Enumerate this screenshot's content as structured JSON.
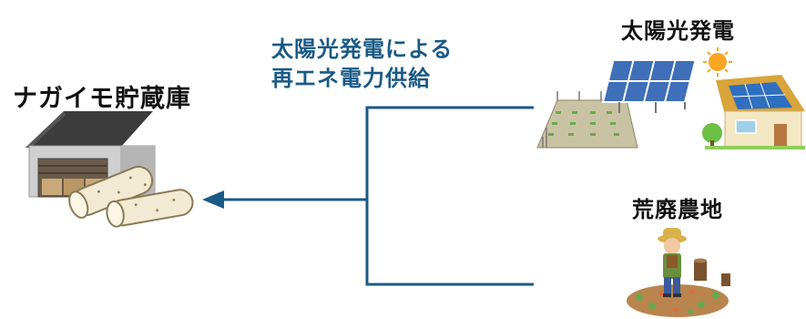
{
  "storage": {
    "title": "ナガイモ貯蔵庫"
  },
  "supply": {
    "line1": "太陽光発電による",
    "line2": "再エネ電力供給"
  },
  "solar": {
    "title": "太陽光発電"
  },
  "farmland": {
    "title": "荒廃農地"
  },
  "colors": {
    "connector": "#1a5a86",
    "supply_text": "#1a5a86"
  }
}
